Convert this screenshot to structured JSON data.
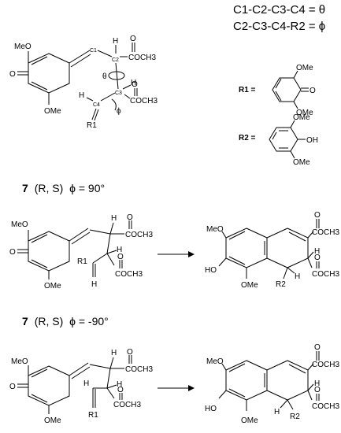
{
  "definitions": {
    "theta_eq": "C1-C2-C3-C4 = θ",
    "phi_eq": "C2-C3-C4-R2 = ϕ"
  },
  "atoms": {
    "c1": "C1",
    "c2": "C2",
    "c3": "C3",
    "c4": "C4",
    "h": "H",
    "r1": "R1",
    "r2": "R2",
    "o": "O",
    "meo": "MeO",
    "ome": "OMe",
    "ho": "HO",
    "oh": "OH",
    "coch3": "COCH3",
    "theta": "θ",
    "phi": "ϕ"
  },
  "substituents": {
    "r1_label": "R1 =",
    "r2_label": "R2 ="
  },
  "captions": [
    {
      "compound": "7",
      "stereo": "(R, S)",
      "angle": "ϕ = 90°"
    },
    {
      "compound": "7",
      "stereo": "(R, S)",
      "angle": "ϕ = -90°"
    }
  ]
}
